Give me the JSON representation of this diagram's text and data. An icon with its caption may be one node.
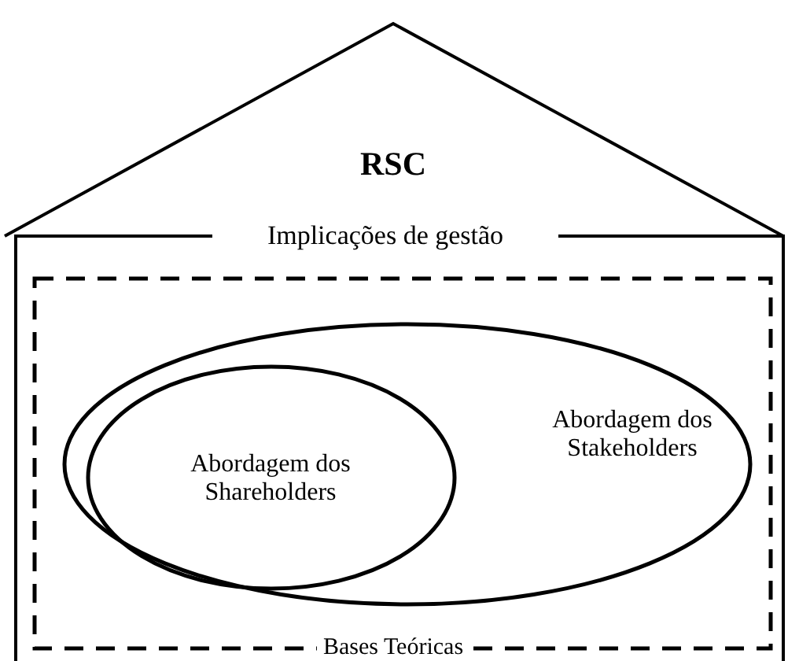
{
  "diagram": {
    "nodes": [
      {
        "text": [
          "RSC",
          "Implicações de gestão"
        ]
      },
      {
        "text": [
          "Bases Teóricas"
        ],
        "in": 0
      },
      {
        "text": [
          "Abordagem dos Stakeholders"
        ],
        "in": 1
      },
      {
        "text": [
          "Abordagem dos Shareholders"
        ],
        "in": 2
      }
    ]
  }
}
